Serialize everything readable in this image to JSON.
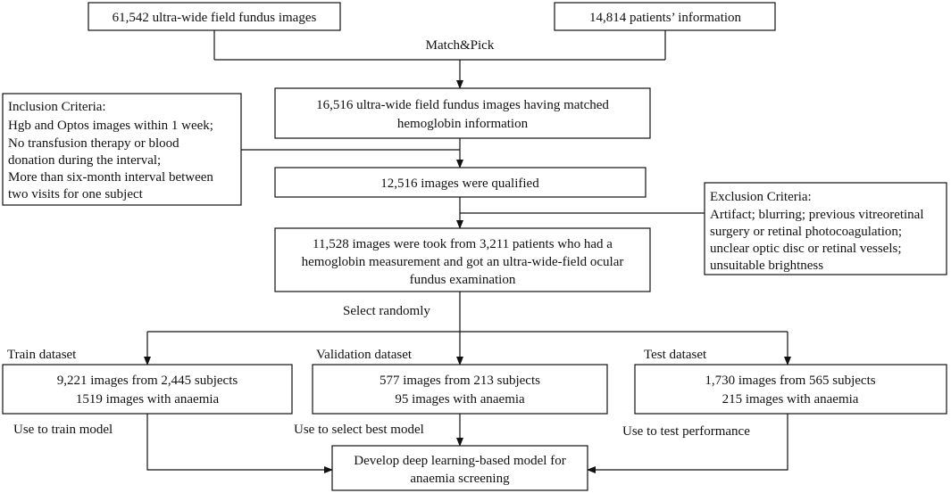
{
  "boxes": {
    "fundus_images": "61,542 ultra-wide field fundus images",
    "patients_info": "14,814 patients’ information",
    "matched": [
      "16,516 ultra-wide field fundus images having matched",
      "hemoglobin information"
    ],
    "qualified": "12,516 images were qualified",
    "taken": [
      "11,528 images were took from 3,211 patients who had a",
      "hemoglobin measurement and got an ultra-wide-field ocular",
      "fundus examination"
    ],
    "train": [
      "9,221 images from 2,445 subjects",
      "1519 images with anaemia"
    ],
    "validation": [
      "577 images from 213 subjects",
      "95 images with anaemia"
    ],
    "test": [
      "1,730 images from 565 subjects",
      "215 images with anaemia"
    ],
    "model": [
      "Develop deep learning-based model for",
      "anaemia screening"
    ]
  },
  "inclusion": {
    "title": "Inclusion Criteria:",
    "lines": [
      "Hgb and Optos images within 1 week;",
      "No transfusion therapy or blood",
      "donation during the interval;",
      "More than six-month interval between",
      "two visits for one subject"
    ]
  },
  "exclusion": {
    "title": "Exclusion Criteria:",
    "lines": [
      "Artifact; blurring; previous vitreoretinal",
      "surgery or retinal photocoagulation;",
      "unclear optic disc or retinal vessels;",
      "unsuitable brightness"
    ]
  },
  "labels": {
    "match_pick": "Match&Pick",
    "select_randomly": "Select randomly",
    "train_dataset": "Train dataset",
    "validation_dataset": "Validation dataset",
    "test_dataset": "Test dataset",
    "use_train": "Use to train model",
    "use_select": "Use to select best model",
    "use_test": "Use to test performance"
  }
}
